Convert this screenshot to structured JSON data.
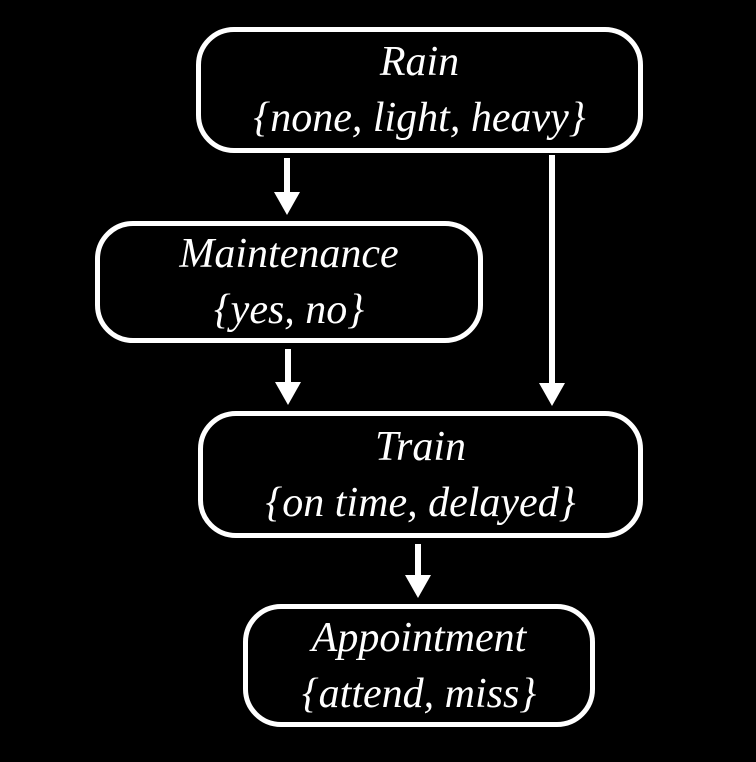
{
  "diagram": {
    "type": "bayesian-network",
    "background_color": "#000000",
    "node_border_color": "#ffffff",
    "text_color": "#ffffff",
    "arrow_color": "#ffffff",
    "nodes": {
      "rain": {
        "name": "Rain",
        "values": "{none, light, heavy}"
      },
      "maintenance": {
        "name": "Maintenance",
        "values": "{yes, no}"
      },
      "train": {
        "name": "Train",
        "values": "{on time, delayed}"
      },
      "appointment": {
        "name": "Appointment",
        "values": "{attend, miss}"
      }
    },
    "edges": [
      {
        "from": "Rain",
        "to": "Maintenance"
      },
      {
        "from": "Rain",
        "to": "Train"
      },
      {
        "from": "Maintenance",
        "to": "Train"
      },
      {
        "from": "Train",
        "to": "Appointment"
      }
    ]
  }
}
